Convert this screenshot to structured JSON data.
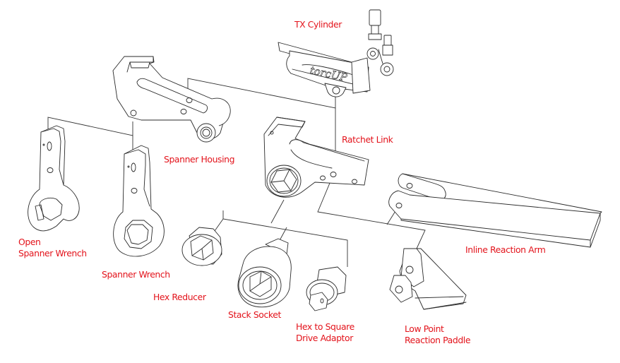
{
  "diagram": {
    "type": "exploded-parts-diagram",
    "accent_color": "#e3131b",
    "line_color": "#2a2a2a",
    "parts": [
      {
        "id": "tx-cylinder",
        "label_lines": [
          "TX Cylinder"
        ],
        "brand_mark": "torcUP"
      },
      {
        "id": "spanner-housing",
        "label_lines": [
          "Spanner Housing"
        ]
      },
      {
        "id": "ratchet-link",
        "label_lines": [
          "Ratchet Link"
        ]
      },
      {
        "id": "open-spanner-wrench",
        "label_lines": [
          "Open",
          "Spanner Wrench"
        ]
      },
      {
        "id": "spanner-wrench",
        "label_lines": [
          "Spanner Wrench"
        ]
      },
      {
        "id": "hex-reducer",
        "label_lines": [
          "Hex Reducer"
        ]
      },
      {
        "id": "stack-socket",
        "label_lines": [
          "Stack Socket"
        ]
      },
      {
        "id": "hex-to-square-drive-adaptor",
        "label_lines": [
          "Hex to Square",
          "Drive Adaptor"
        ]
      },
      {
        "id": "low-point-reaction-paddle",
        "label_lines": [
          "Low Point",
          "Reaction Paddle"
        ]
      },
      {
        "id": "inline-reaction-arm",
        "label_lines": [
          "Inline Reaction Arm"
        ]
      }
    ]
  }
}
